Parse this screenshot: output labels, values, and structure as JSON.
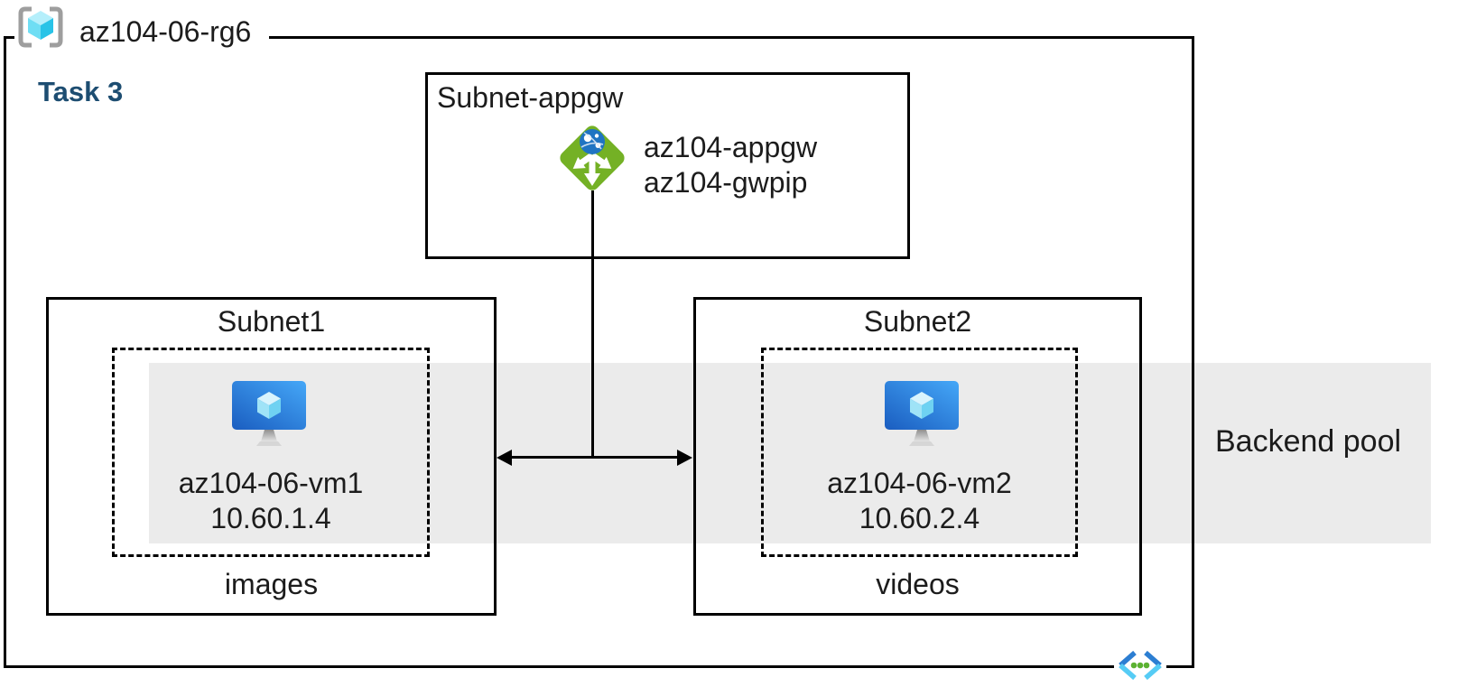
{
  "diagram": {
    "resource_group_label": "az104-06-rg6",
    "task_label": "Task 3",
    "appgw_subnet": {
      "title": "Subnet-appgw",
      "resources": [
        "az104-appgw",
        "az104-gwpip"
      ]
    },
    "subnet1": {
      "title": "Subnet1",
      "vm_name": "az104-06-vm1",
      "vm_ip": "10.60.1.4",
      "container_label": "images"
    },
    "subnet2": {
      "title": "Subnet2",
      "vm_name": "az104-06-vm2",
      "vm_ip": "10.60.2.4",
      "container_label": "videos"
    },
    "backend_pool_label": "Backend pool",
    "icons": {
      "resource_group": "azure-resource-group-icon",
      "application_gateway": "application-gateway-icon",
      "virtual_machine": "virtual-machine-icon",
      "virtual_network": "virtual-network-icon"
    },
    "colors": {
      "task_label_blue": "#1d4d71",
      "appgw_green": "#74b125",
      "globe_blue": "#1f74c2",
      "vm_blue_dark": "#1a5dc0",
      "vm_blue_light": "#43a4f5",
      "cube_cyan_light": "#d9f4fd",
      "cube_cyan_mid": "#9fe3f7",
      "cube_cyan_deep": "#6fd2f2",
      "rg_bracket_gray": "#9e9e9e",
      "vnet_chevron_blue": "#2c7ed2",
      "vnet_chevron_cyan": "#56ccf5",
      "vnet_dot_green": "#5cb232",
      "backend_band_gray": "#ebebeb",
      "line_black": "#000000"
    }
  }
}
